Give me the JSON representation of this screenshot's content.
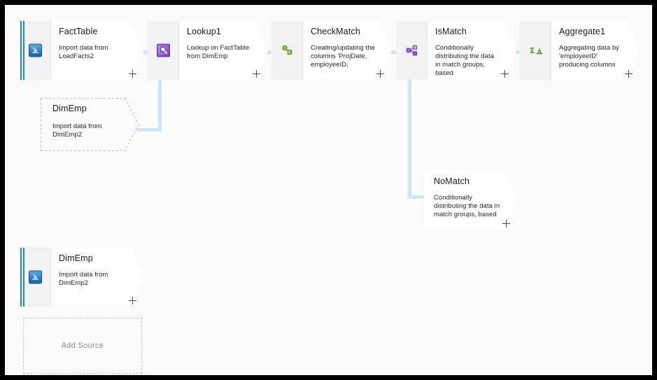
{
  "canvas": {
    "background": "#fafafa",
    "frame_color": "#000000",
    "connector_color": "#cfe5f7",
    "source_bar_color": "#1e7fd4"
  },
  "nodes": [
    {
      "id": "facttable",
      "name": "FactTable",
      "description": "Import data from LoadFacts2",
      "icon": "source-import-icon",
      "kind": "source",
      "ghost": false,
      "plus_label": "+"
    },
    {
      "id": "lookup1",
      "name": "Lookup1",
      "description": "Lookup on FactTable from DimEmp",
      "icon": "lookup-icon",
      "kind": "transform",
      "ghost": false,
      "plus_label": "+"
    },
    {
      "id": "checkmatch",
      "name": "CheckMatch",
      "description": "Creating/updating the columns 'ProjDate, employeeID,",
      "icon": "derived-column-icon",
      "kind": "transform",
      "ghost": false,
      "plus_label": "+"
    },
    {
      "id": "ismatch",
      "name": "IsMatch",
      "description": "Conditionally distributing the data in match groups, based",
      "icon": "conditional-split-icon",
      "kind": "transform",
      "ghost": false,
      "plus_label": "+"
    },
    {
      "id": "aggregate1",
      "name": "Aggregate1",
      "description": "Aggregating data by 'employeeID' producing columns",
      "icon": "aggregate-icon",
      "kind": "transform",
      "ghost": false,
      "plus_label": "+"
    },
    {
      "id": "dimemp-ghost",
      "name": "DimEmp",
      "description": "Import data from DimEmp2",
      "icon": "none",
      "kind": "source-reference",
      "ghost": true,
      "plus_label": ""
    },
    {
      "id": "nomatch",
      "name": "NoMatch",
      "description": "Conditionally distributing the data in match groups, based",
      "icon": "none",
      "kind": "transform",
      "ghost": false,
      "plus_label": "+"
    },
    {
      "id": "dimemp",
      "name": "DimEmp",
      "description": "Import data from DimEmp2",
      "icon": "source-import-icon",
      "kind": "source",
      "ghost": false,
      "plus_label": "+"
    }
  ],
  "add_source": {
    "label": "Add Source"
  }
}
